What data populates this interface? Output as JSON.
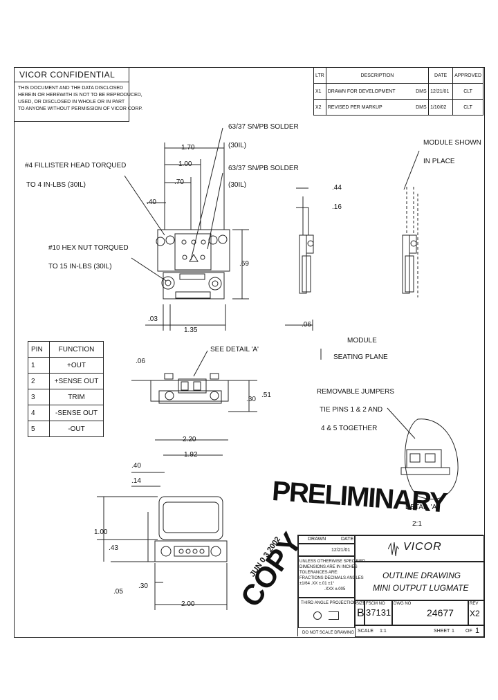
{
  "confidential": {
    "title": "VICOR    CONFIDENTIAL",
    "lines": [
      "THIS DOCUMENT AND THE DATA DISCLOSED",
      "HEREIN OR HEREWITH IS NOT TO BE REPRODUCED,",
      "USED, OR DISCLOSED IN WHOLE OR IN PART",
      "TO ANYONE WITHOUT PERMISSION OF VICOR CORP."
    ]
  },
  "revision_table": {
    "headers": [
      "LTR",
      "DESCRIPTION",
      "DATE",
      "APPROVED"
    ],
    "rows": [
      {
        "ltr": "X1",
        "desc": "DRAWN FOR DEVELOPMENT",
        "by": "DMS",
        "date": "12/21/01",
        "appr": "CLT"
      },
      {
        "ltr": "X2",
        "desc": "REVISED PER MARKUP",
        "by": "DMS",
        "date": "1/10/02",
        "appr": "CLT"
      }
    ]
  },
  "labels": {
    "solder1": "63/37 SN/PB SOLDER",
    "solder1b": "(30IL)",
    "solder2": "63/37 SN/PB SOLDER",
    "solder2b": "(30IL)",
    "screw": "#4 FILLISTER HEAD TORQUED",
    "screw2": "TO 4 IN-LBS (30IL)",
    "hexnut": "#10 HEX NUT TORQUED",
    "hexnut2": "TO 15 IN-LBS (30IL)",
    "module_shown": "MODULE SHOWN",
    "in_place": "IN PLACE",
    "module_seating": "MODULE",
    "seating_plane": "SEATING PLANE",
    "see_detail": "SEE DETAIL 'A'",
    "jumpers1": "REMOVABLE JUMPERS",
    "jumpers2": "TIE PINS 1 & 2 AND",
    "jumpers3": "4 & 5 TOGETHER",
    "detail": "DETAIL 'A'",
    "detail_scale": "2:1",
    "preliminary": "PRELIMINARY",
    "copy": "COPY",
    "stamp_date": "JUN 0 3 2002"
  },
  "dims": {
    "d170": "1.70",
    "d100": "1.00",
    "d70": ".70",
    "d40": ".40",
    "d44": ".44",
    "d16": ".16",
    "d69": ".69",
    "d03": ".03",
    "d135": "1.35",
    "d06b": ".06",
    "d06": ".06",
    "d30": ".30",
    "d51": ".51",
    "d220": "2.20",
    "d192": "1.92",
    "d40b": ".40",
    "d14": ".14",
    "d43": ".43",
    "d100b": "1.00",
    "d05": ".05",
    "d30b": ".30",
    "d200": "2.00"
  },
  "pin_table": {
    "headers": [
      "PIN",
      "FUNCTION"
    ],
    "rows": [
      [
        "1",
        "+OUT"
      ],
      [
        "2",
        "+SENSE OUT"
      ],
      [
        "3",
        "TRIM"
      ],
      [
        "4",
        "-SENSE OUT"
      ],
      [
        "5",
        "-OUT"
      ]
    ]
  },
  "title_block": {
    "drawn": "DRAWN",
    "date_label": "DATE",
    "date": "12/21/01",
    "company": "VICOR",
    "notes1": "UNLESS OTHERWISE SPECIFIED",
    "notes2": "DIMENSIONS ARE IN INCHES",
    "notes3": "TOLERANCES ARE:",
    "notes4": "FRACTIONS  DECIMALS  ANGLES",
    "notes5": "±1/64    .XX ±.01    ±1°",
    "notes6": ".XXX ±.005",
    "third_angle": "THIRD ANGLE PROJECTION",
    "do_not_scale": "DO NOT SCALE DRAWING",
    "title1": "OUTLINE DRAWING",
    "title2": "MINI OUTPUT LUGMATE",
    "size_label": "SIZE",
    "size": "B",
    "fscm_label": "FSCM NO",
    "fscm": "37131",
    "dwg_label": "DWG NO",
    "dwg": "24677",
    "rev_label": "REV",
    "rev": "X2",
    "scale_label": "SCALE",
    "scale": "1:1",
    "sheet_label": "SHEET",
    "sheet": "1",
    "of": "OF",
    "sheet_total": "1"
  }
}
